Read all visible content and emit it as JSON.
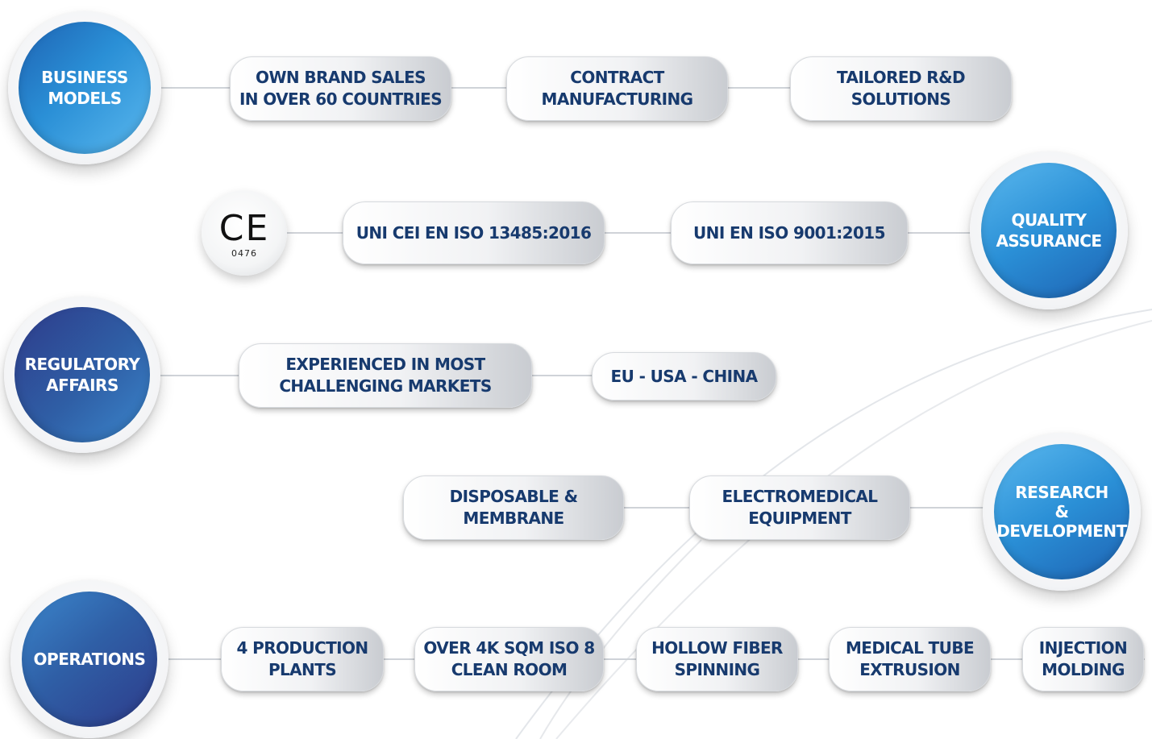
{
  "rows": {
    "business": {
      "category": "BUSINESS\nMODELS",
      "items": [
        "OWN BRAND SALES\nIN OVER 60 COUNTRIES",
        "CONTRACT\nMANUFACTURING",
        "TAILORED R&D\nSOLUTIONS"
      ]
    },
    "quality": {
      "category": "QUALITY\nASSURANCE",
      "ce_mark": "CE",
      "ce_number": "0476",
      "items": [
        "UNI CEI EN ISO 13485:2016",
        "UNI EN ISO 9001:2015"
      ]
    },
    "regulatory": {
      "category": "REGULATORY\nAFFAIRS",
      "items": [
        "EXPERIENCED IN MOST\nCHALLENGING MARKETS",
        "EU - USA - CHINA"
      ]
    },
    "research": {
      "category": "RESEARCH\n&\nDEVELOPMENT",
      "items": [
        "DISPOSABLE &\nMEMBRANE",
        "ELECTROMEDICAL\nEQUIPMENT"
      ]
    },
    "operations": {
      "category": "OPERATIONS",
      "items": [
        "4 PRODUCTION\nPLANTS",
        "OVER 4K SQM ISO 8\nCLEAN ROOM",
        "HOLLOW FIBER\nSPINNING",
        "MEDICAL TUBE\nEXTRUSION",
        "INJECTION\nMOLDING"
      ]
    }
  },
  "colors": {
    "pill_text": "#173a6e",
    "circle_light": "#2a8fd6",
    "circle_dark": "#2e3b8a",
    "connector": "#cfd3d8"
  }
}
